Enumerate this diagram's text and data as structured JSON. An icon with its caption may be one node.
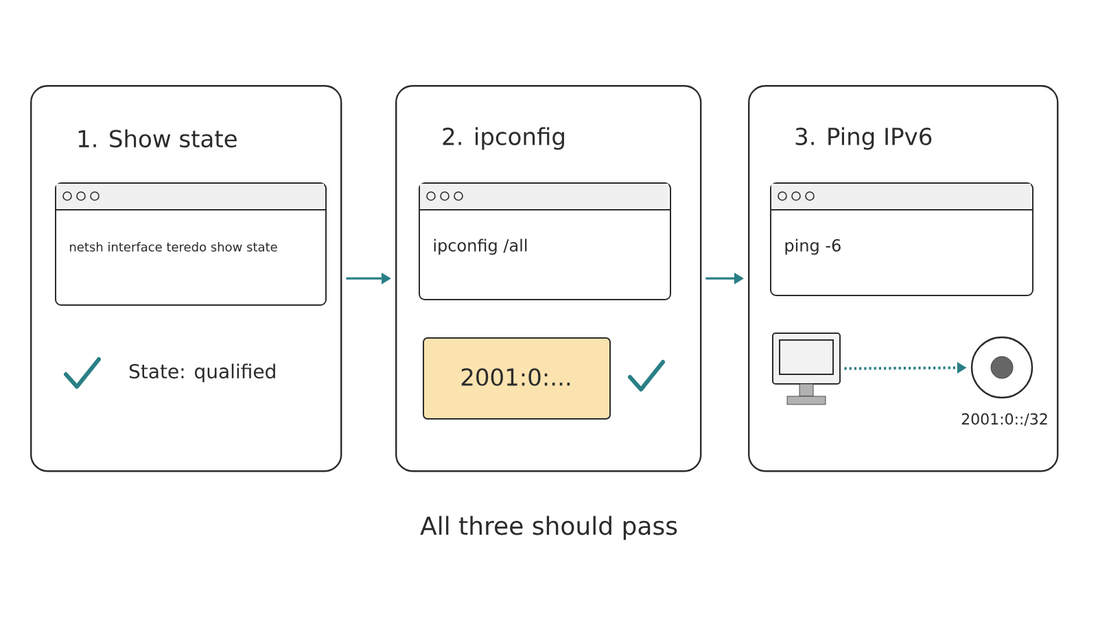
{
  "diagram": {
    "caption": "All three should pass",
    "nodes": [
      {
        "text": [
          "1. Show state"
        ]
      },
      {
        "text": [
          "netsh interface teredo show state"
        ],
        "in": 0
      },
      {
        "text": [
          "2. ipconfig"
        ]
      },
      {
        "text": [
          "ipconfig /all"
        ],
        "in": 2
      },
      {
        "text": [
          "2001:0:..."
        ],
        "in": 2
      },
      {
        "text": [
          "3. Ping IPv6"
        ]
      },
      {
        "text": [
          "ping -6"
        ],
        "in": 5
      },
      {
        "text": [],
        "shape": "computer",
        "in": 5
      },
      {
        "text": [],
        "shape": "circle",
        "in": 5,
        "beside": [
          "2001:0::/32"
        ]
      }
    ],
    "edges": [
      {
        "from": 0,
        "to": 2,
        "arrow": "to"
      },
      {
        "from": 2,
        "to": 5,
        "arrow": "to"
      },
      {
        "from": 7,
        "to": 8,
        "arrow": "to",
        "style": "dashed"
      }
    ],
    "labels": [
      "State: qualified"
    ]
  }
}
